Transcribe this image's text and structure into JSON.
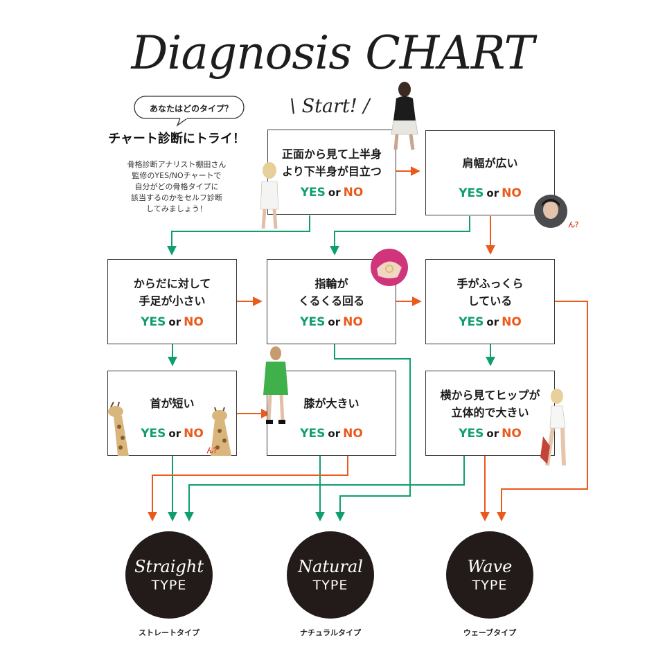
{
  "title": "Diagnosis CHART",
  "intro": {
    "bubble": "あなたはどのタイプ？",
    "tagline": "チャート診断にトライ！",
    "lines": [
      "骨格診断アナリスト棚田さん",
      "監修のYES/NOチャートで",
      "自分がどの骨格タイプに",
      "該当するのかをセルフ診断",
      "してみましょう！"
    ]
  },
  "start_label": "\\ Start! /",
  "answer": {
    "yes": "YES",
    "or": "or",
    "no": "NO"
  },
  "questions": {
    "q1": [
      "正面から見て上半身",
      "より下半身が目立つ"
    ],
    "q2": [
      "肩幅が広い"
    ],
    "q3": [
      "からだに対して",
      "手足が小さい"
    ],
    "q4": [
      "指輪が",
      "くるくる回る"
    ],
    "q5": [
      "手がふっくら",
      "している"
    ],
    "q6": [
      "首が短い"
    ],
    "q7": [
      "膝が大きい"
    ],
    "q8": [
      "横から見てヒップが",
      "立体的で大きい"
    ]
  },
  "results": [
    {
      "name": "Straight",
      "type": "TYPE",
      "caption": "ストレートタイプ"
    },
    {
      "name": "Natural",
      "type": "TYPE",
      "caption": "ナチュラルタイプ"
    },
    {
      "name": "Wave",
      "type": "TYPE",
      "caption": "ウェーブタイプ"
    }
  ],
  "reaction_mark": "ん？",
  "colors": {
    "yes": "#0f9f6a",
    "no": "#ea5a1c",
    "box_border": "#3a3a3a",
    "result_fill": "#231b19",
    "text": "#1e1e1e"
  },
  "icons": [
    "speech-bubble-icon",
    "arrow-down-icon",
    "arrow-right-icon",
    "giraffe-icon"
  ]
}
